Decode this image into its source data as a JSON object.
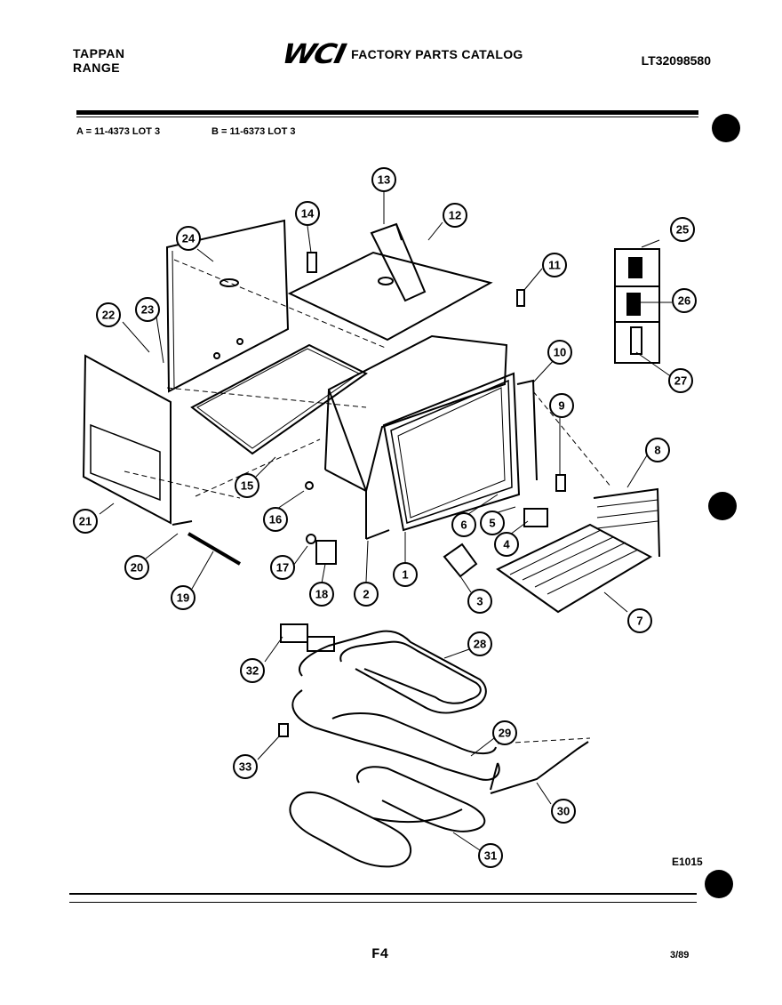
{
  "header": {
    "brand_line1": "TAPPAN",
    "brand_line2": "RANGE",
    "logo_text": "WCI",
    "catalog_title": "FACTORY PARTS CATALOG",
    "model_number": "LT32098580"
  },
  "lots": {
    "a": "A = 11-4373 LOT 3",
    "b": "B = 11-6373 LOT 3"
  },
  "callouts": [
    "1",
    "2",
    "3",
    "4",
    "5",
    "6",
    "7",
    "8",
    "9",
    "10",
    "11",
    "12",
    "13",
    "14",
    "15",
    "16",
    "17",
    "18",
    "19",
    "20",
    "21",
    "22",
    "23",
    "24",
    "25",
    "26",
    "27",
    "28",
    "29",
    "30",
    "31",
    "32",
    "33"
  ],
  "footer": {
    "reference_code": "E1015",
    "page_number": "F4",
    "date_code": "3/89"
  }
}
